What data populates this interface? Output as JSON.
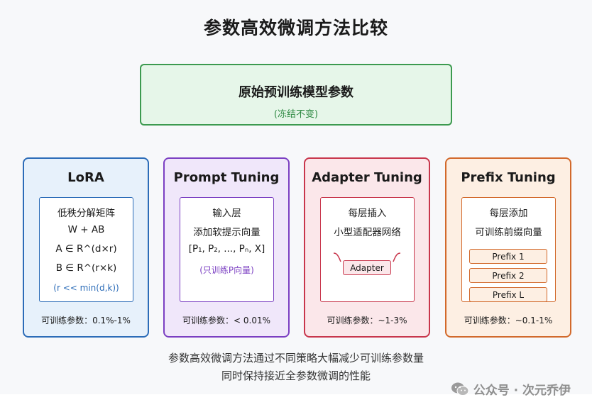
{
  "title": "参数高效微调方法比较",
  "base": {
    "title": "原始预训练模型参数",
    "note": "(冻结不变)"
  },
  "cards": {
    "lora": {
      "title": "LoRA",
      "lines": [
        "低秩分解矩阵",
        "W + AB",
        "A ∈ R^(d×r)",
        "B ∈ R^(r×k)",
        "(r << min(d,k))"
      ],
      "footer": "可训练参数：0.1%-1%"
    },
    "prompt": {
      "title": "Prompt Tuning",
      "lines": [
        "输入层",
        "添加软提示向量",
        "[P₁, P₂, ..., Pₙ, X]",
        "(只训练P向量)"
      ],
      "footer": "可训练参数：< 0.01%"
    },
    "adapter": {
      "title": "Adapter Tuning",
      "lines": [
        "每层插入",
        "小型适配器网络"
      ],
      "module": "Adapter",
      "footer": "可训练参数：~1-3%"
    },
    "prefix": {
      "title": "Prefix Tuning",
      "lines": [
        "每层添加",
        "可训练前缀向量"
      ],
      "items": [
        "Prefix 1",
        "Prefix 2",
        "Prefix L"
      ],
      "footer": "可训练参数：~0.1-1%"
    }
  },
  "summary": [
    "参数高效微调方法通过不同策略大幅减少可训练参数量",
    "同时保持接近全参数微调的性能"
  ],
  "watermark": {
    "icon": "wechat-icon",
    "text": "公众号 · 次元乔伊"
  },
  "colors": {
    "base_border": "#3c9a4f",
    "lora": "#2c6cb8",
    "prompt": "#7b3fc2",
    "adapter": "#c8364c",
    "prefix": "#d2692b"
  }
}
